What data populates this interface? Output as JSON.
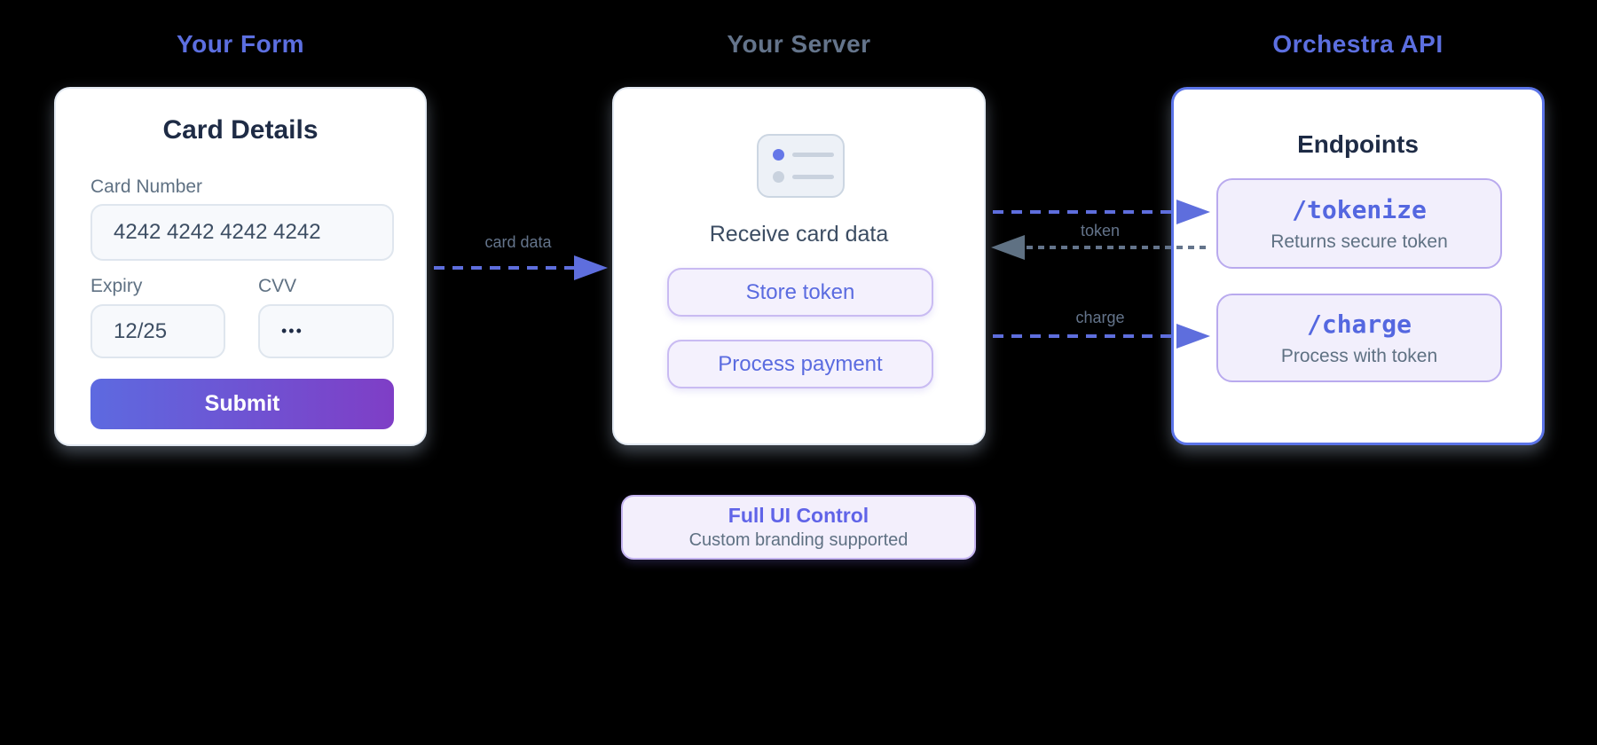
{
  "columns": {
    "form": {
      "title": "Your Form"
    },
    "server": {
      "title": "Your Server"
    },
    "api": {
      "title": "Orchestra API"
    }
  },
  "form_card": {
    "title": "Card Details",
    "card_number_label": "Card Number",
    "card_number_value": "4242 4242 4242 4242",
    "expiry_label": "Expiry",
    "expiry_value": "12/25",
    "cvv_label": "CVV",
    "cvv_value": "•••",
    "submit_label": "Submit"
  },
  "server_card": {
    "icon": "card-list-icon",
    "heading": "Receive card data",
    "steps": [
      "Store token",
      "Process payment"
    ]
  },
  "api_card": {
    "heading": "Endpoints",
    "endpoints": [
      {
        "path": "/tokenize",
        "description": "Returns secure token"
      },
      {
        "path": "/charge",
        "description": "Process with token"
      }
    ]
  },
  "arrows": {
    "card_data": {
      "label": "card data",
      "direction": "right"
    },
    "token_request": {
      "label": "",
      "direction": "right"
    },
    "token_response": {
      "label": "token",
      "direction": "left"
    },
    "charge": {
      "label": "charge",
      "direction": "right"
    }
  },
  "badge": {
    "title": "Full UI Control",
    "subtitle": "Custom branding supported"
  },
  "colors": {
    "background": "#000000",
    "accent_blue": "#5c6fe0",
    "accent_purple": "#7f3ec6",
    "lavender_fill": "#f2effc",
    "lavender_border": "#b9aaee",
    "gray_text": "#64748b",
    "dark_text": "#1e2b45",
    "api_border": "#5b74e8"
  }
}
